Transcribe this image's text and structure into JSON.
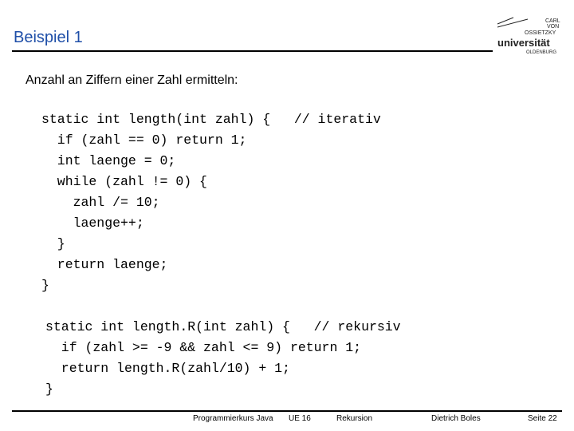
{
  "slide": {
    "title": "Beispiel 1",
    "subtitle": "Anzahl an Ziffern einer Zahl ermitteln:"
  },
  "logo": {
    "line1": "CARL",
    "line2": "VON",
    "line3": "OSSIETZKY",
    "main": "universität",
    "city": "OLDENBURG",
    "icon": "university-logo"
  },
  "code_iterative": [
    "static int length(int zahl) {   // iterativ",
    "  if (zahl == 0) return 1;",
    "  int laenge = 0;",
    "  while (zahl != 0) {",
    "    zahl /= 10;",
    "    laenge++;",
    "  }",
    "  return laenge;",
    "}"
  ],
  "code_recursive": [
    "static int length.R(int zahl) {   // rekursiv",
    "  if (zahl >= -9 && zahl <= 9) return 1;",
    "  return length.R(zahl/10) + 1;",
    "}"
  ],
  "footer": {
    "course": "Programmierkurs Java",
    "unit": "UE 16",
    "topic": "Rekursion",
    "author": "Dietrich Boles",
    "page": "Seite 22"
  },
  "colors": {
    "title": "#1f4fa8",
    "text": "#000000",
    "background": "#ffffff"
  }
}
